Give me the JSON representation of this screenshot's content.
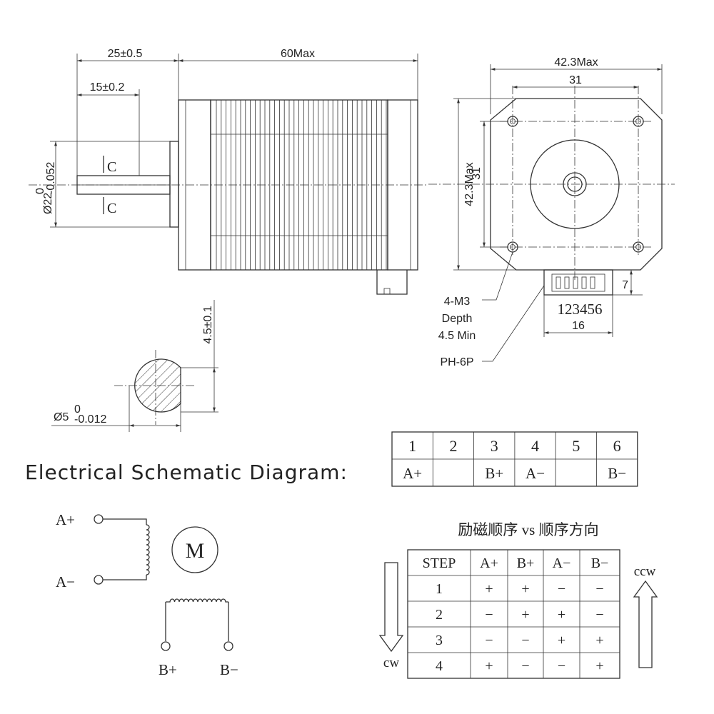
{
  "side_view": {
    "dim_shaft_total": "25±0.5",
    "dim_shaft_flat": "15±0.2",
    "dim_body_length": "60Max",
    "shaft_diameter_main": "Ø22",
    "shaft_diameter_sup": "0",
    "shaft_diameter_sub": "-0.052",
    "section_marker_top": "C",
    "section_marker_bottom": "C"
  },
  "front_view": {
    "dim_width": "42.3Max",
    "dim_hole_spacing_h": "31",
    "dim_height": "42.3Max",
    "dim_hole_spacing_v": "31",
    "dim_connector_height": "7",
    "connector_pins": "123456",
    "dim_connector_width": "16",
    "label_holes_1": "4-M3",
    "label_holes_2": "Depth",
    "label_holes_3": "4.5 Min",
    "label_connector": "PH-6P"
  },
  "section_view": {
    "dim_flat": "4.5±0.1",
    "shaft_diameter_main": "Ø5",
    "shaft_diameter_sup": "0",
    "shaft_diameter_sub": "-0.012"
  },
  "pinout": {
    "pins": [
      "1",
      "2",
      "3",
      "4",
      "5",
      "6"
    ],
    "signals": [
      "A+",
      "",
      "B+",
      "A−",
      "",
      "B−"
    ]
  },
  "schematic": {
    "title": "Electrical Schematic Diagram:",
    "a_plus": "A+",
    "a_minus": "A−",
    "motor": "M",
    "b_plus": "B+",
    "b_minus": "B−"
  },
  "sequence": {
    "title": "励磁顺序 vs 顺序方向",
    "headers": [
      "STEP",
      "A+",
      "B+",
      "A−",
      "B−"
    ],
    "rows": [
      [
        "1",
        "+",
        "+",
        "−",
        "−"
      ],
      [
        "2",
        "−",
        "+",
        "+",
        "−"
      ],
      [
        "3",
        "−",
        "−",
        "+",
        "+"
      ],
      [
        "4",
        "+",
        "−",
        "−",
        "+"
      ]
    ],
    "cw_label": "cw",
    "ccw_label": "ccw"
  }
}
